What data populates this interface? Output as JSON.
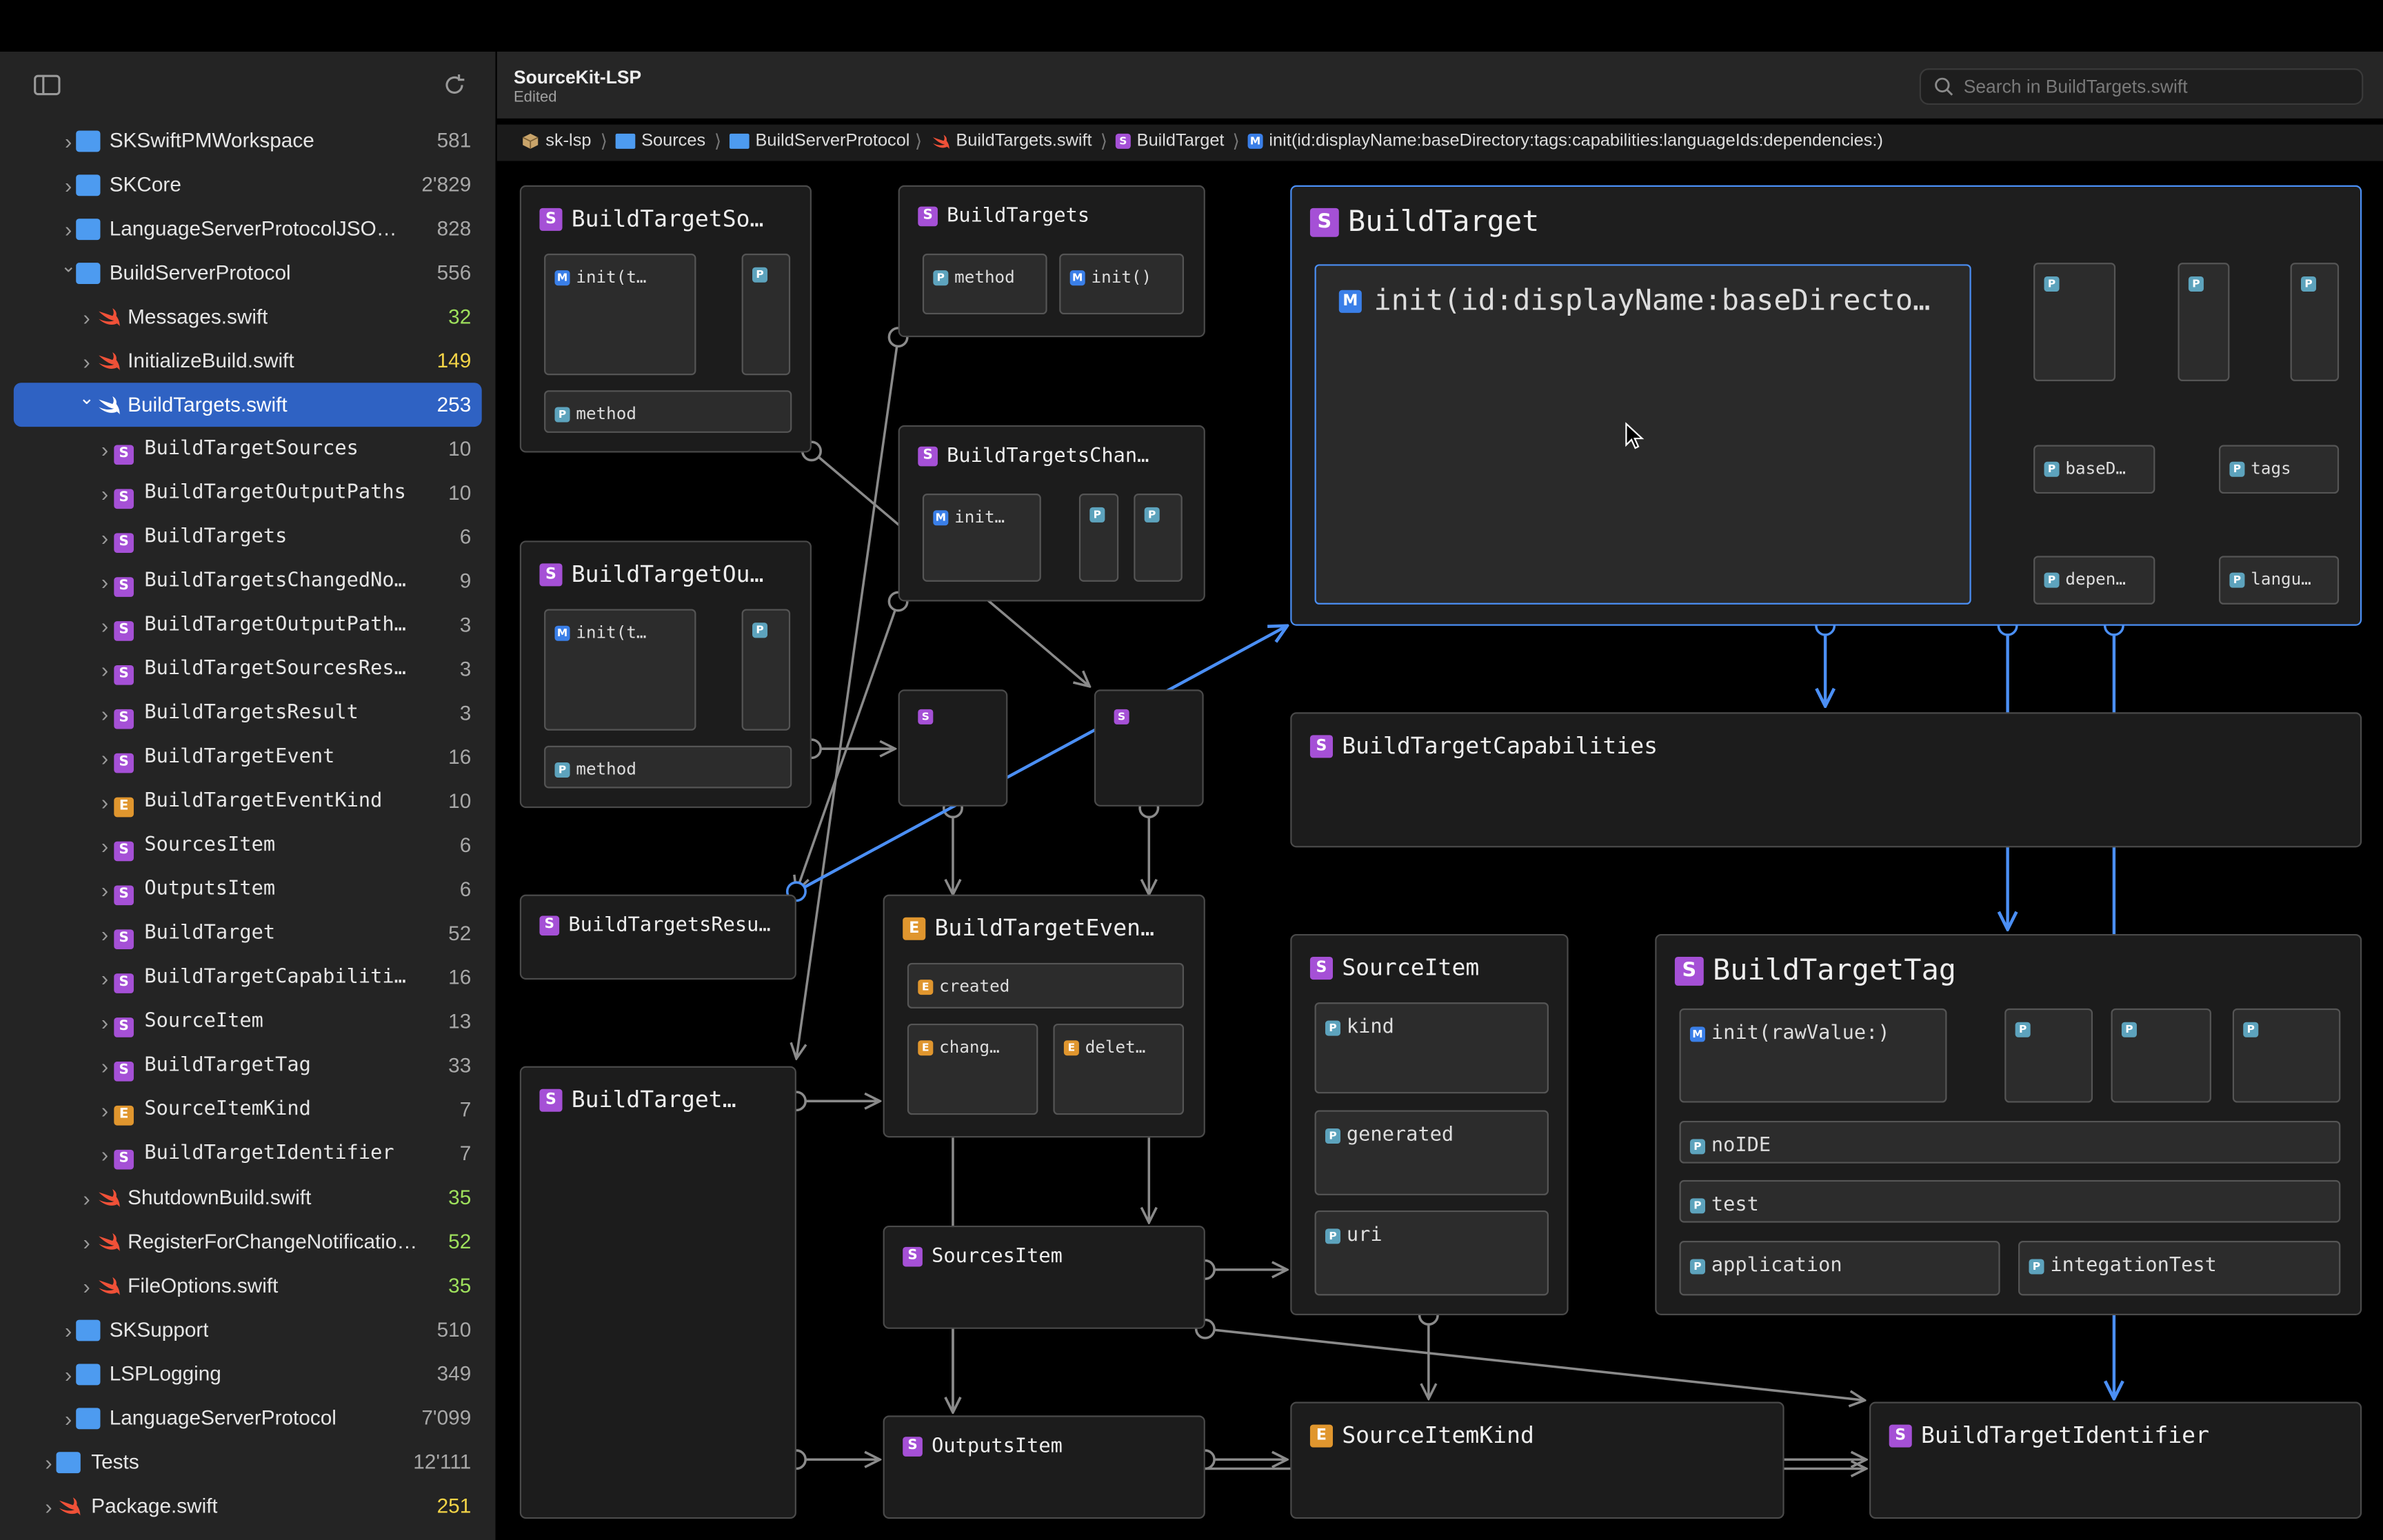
{
  "toolbar": {
    "title": "SourceKit-LSP",
    "subtitle": "Edited",
    "search_placeholder": "Search in BuildTargets.swift"
  },
  "breadcrumbs": [
    {
      "label": "sk-lsp",
      "icon": "package-icon"
    },
    {
      "label": "Sources",
      "icon": "folder-icon"
    },
    {
      "label": "BuildServerProtocol",
      "icon": "folder-icon"
    },
    {
      "label": "BuildTargets.swift",
      "icon": "swift-icon"
    },
    {
      "label": "BuildTarget",
      "icon": "S"
    },
    {
      "label": "init(id:displayName:baseDirectory:tags:capabilities:languageIds:dependencies:)",
      "icon": "M"
    }
  ],
  "sidebar": {
    "items": [
      {
        "label": "SKSwiftPMWorkspace",
        "count": "581",
        "kind": "folder",
        "level": 1,
        "open": false
      },
      {
        "label": "SKCore",
        "count": "2'829",
        "kind": "folder",
        "level": 1,
        "open": false
      },
      {
        "label": "LanguageServerProtocolJSO…",
        "count": "828",
        "kind": "folder",
        "level": 1,
        "open": false
      },
      {
        "label": "BuildServerProtocol",
        "count": "556",
        "kind": "folder",
        "level": 1,
        "open": true
      },
      {
        "label": "Messages.swift",
        "count": "32",
        "kind": "swift",
        "level": 2,
        "open": false,
        "countColor": "#9ee05c"
      },
      {
        "label": "InitializeBuild.swift",
        "count": "149",
        "kind": "swift",
        "level": 2,
        "open": false,
        "countColor": "#f5d547"
      },
      {
        "label": "BuildTargets.swift",
        "count": "253",
        "kind": "swift",
        "level": 2,
        "open": true,
        "selected": true
      },
      {
        "label": "BuildTargetSources",
        "count": "10",
        "kind": "S",
        "level": 3
      },
      {
        "label": "BuildTargetOutputPaths",
        "count": "10",
        "kind": "S",
        "level": 3
      },
      {
        "label": "BuildTargets",
        "count": "6",
        "kind": "S",
        "level": 3
      },
      {
        "label": "BuildTargetsChangedNo…",
        "count": "9",
        "kind": "S",
        "level": 3
      },
      {
        "label": "BuildTargetOutputPath…",
        "count": "3",
        "kind": "S",
        "level": 3
      },
      {
        "label": "BuildTargetSourcesRes…",
        "count": "3",
        "kind": "S",
        "level": 3
      },
      {
        "label": "BuildTargetsResult",
        "count": "3",
        "kind": "S",
        "level": 3
      },
      {
        "label": "BuildTargetEvent",
        "count": "16",
        "kind": "S",
        "level": 3
      },
      {
        "label": "BuildTargetEventKind",
        "count": "10",
        "kind": "E",
        "level": 3
      },
      {
        "label": "SourcesItem",
        "count": "6",
        "kind": "S",
        "level": 3
      },
      {
        "label": "OutputsItem",
        "count": "6",
        "kind": "S",
        "level": 3
      },
      {
        "label": "BuildTarget",
        "count": "52",
        "kind": "S",
        "level": 3
      },
      {
        "label": "BuildTargetCapabiliti…",
        "count": "16",
        "kind": "S",
        "level": 3
      },
      {
        "label": "SourceItem",
        "count": "13",
        "kind": "S",
        "level": 3
      },
      {
        "label": "BuildTargetTag",
        "count": "33",
        "kind": "S",
        "level": 3
      },
      {
        "label": "SourceItemKind",
        "count": "7",
        "kind": "E",
        "level": 3
      },
      {
        "label": "BuildTargetIdentifier",
        "count": "7",
        "kind": "S",
        "level": 3
      },
      {
        "label": "ShutdownBuild.swift",
        "count": "35",
        "kind": "swift",
        "level": 2,
        "open": false,
        "countColor": "#9ee05c"
      },
      {
        "label": "RegisterForChangeNotificatio…",
        "count": "52",
        "kind": "swift",
        "level": 2,
        "open": false,
        "countColor": "#9ee05c"
      },
      {
        "label": "FileOptions.swift",
        "count": "35",
        "kind": "swift",
        "level": 2,
        "open": false,
        "countColor": "#9ee05c"
      },
      {
        "label": "SKSupport",
        "count": "510",
        "kind": "folder",
        "level": 1,
        "open": false
      },
      {
        "label": "LSPLogging",
        "count": "349",
        "kind": "folder",
        "level": 1,
        "open": false
      },
      {
        "label": "LanguageServerProtocol",
        "count": "7'099",
        "kind": "folder",
        "level": 1,
        "open": false
      },
      {
        "label": "Tests",
        "count": "12'111",
        "kind": "folder",
        "level": 0,
        "open": false
      },
      {
        "label": "Package.swift",
        "count": "251",
        "kind": "swift",
        "level": 0,
        "open": false,
        "countColor": "#f5d547"
      }
    ]
  },
  "graph": {
    "nodes": [
      {
        "id": "bts",
        "title": "BuildTargetSo…",
        "kind": "S",
        "size": "md",
        "children": [
          {
            "label": "init(t…",
            "kind": "M"
          },
          {
            "label": "",
            "kind": "P"
          },
          {
            "label": "method",
            "kind": "P"
          }
        ]
      },
      {
        "id": "btargets",
        "title": "BuildTargets",
        "kind": "S",
        "size": "sm",
        "children": [
          {
            "label": "method",
            "kind": "P"
          },
          {
            "label": "init()",
            "kind": "M"
          }
        ]
      },
      {
        "id": "btchan",
        "title": "BuildTargetsChan…",
        "kind": "S",
        "size": "sm",
        "children": [
          {
            "label": "init…",
            "kind": "M"
          },
          {
            "label": "",
            "kind": "P"
          },
          {
            "label": "",
            "kind": "P"
          }
        ]
      },
      {
        "id": "bto",
        "title": "BuildTargetOu…",
        "kind": "S",
        "size": "md",
        "children": [
          {
            "label": "init(t…",
            "kind": "M"
          },
          {
            "label": "",
            "kind": "P"
          },
          {
            "label": "method",
            "kind": "P"
          }
        ]
      },
      {
        "id": "s1",
        "title": "",
        "kind": "S",
        "size": "sm",
        "children": []
      },
      {
        "id": "s2",
        "title": "",
        "kind": "S",
        "size": "sm",
        "children": []
      },
      {
        "id": "btresu",
        "title": "BuildTargetsResu…",
        "kind": "S",
        "size": "sm",
        "children": []
      },
      {
        "id": "btevent",
        "title": "BuildTargetEven…",
        "kind": "E",
        "size": "md",
        "children": [
          {
            "label": "created",
            "kind": "E"
          },
          {
            "label": "chang…",
            "kind": "E"
          },
          {
            "label": "delet…",
            "kind": "E"
          }
        ]
      },
      {
        "id": "btbig",
        "title": "BuildTarget…",
        "kind": "S",
        "size": "md",
        "children": []
      },
      {
        "id": "sources",
        "title": "SourcesItem",
        "kind": "S",
        "size": "sm",
        "children": []
      },
      {
        "id": "outputs",
        "title": "OutputsItem",
        "kind": "S",
        "size": "sm",
        "children": []
      },
      {
        "id": "bt",
        "title": "BuildTarget",
        "kind": "S",
        "size": "lg",
        "children": [
          {
            "label": "init(id:displayName:baseDirecto…",
            "kind": "M"
          },
          {
            "label": "",
            "kind": "P"
          },
          {
            "label": "",
            "kind": "P"
          },
          {
            "label": "",
            "kind": "P"
          },
          {
            "label": "baseD…",
            "kind": "P"
          },
          {
            "label": "tags",
            "kind": "P"
          },
          {
            "label": "depen…",
            "kind": "P"
          },
          {
            "label": "langu…",
            "kind": "P"
          }
        ]
      },
      {
        "id": "caps",
        "title": "BuildTargetCapabilities",
        "kind": "S",
        "size": "md",
        "children": []
      },
      {
        "id": "sitem",
        "title": "SourceItem",
        "kind": "S",
        "size": "md",
        "children": [
          {
            "label": "kind",
            "kind": "P"
          },
          {
            "label": "generated",
            "kind": "P"
          },
          {
            "label": "uri",
            "kind": "P"
          }
        ]
      },
      {
        "id": "tag",
        "title": "BuildTargetTag",
        "kind": "S",
        "size": "lg",
        "children": [
          {
            "label": "init(rawValue:)",
            "kind": "M"
          },
          {
            "label": "",
            "kind": "P"
          },
          {
            "label": "",
            "kind": "P"
          },
          {
            "label": "",
            "kind": "P"
          },
          {
            "label": "noIDE",
            "kind": "P"
          },
          {
            "label": "test",
            "kind": "P"
          },
          {
            "label": "application",
            "kind": "P"
          },
          {
            "label": "integationTest",
            "kind": "P"
          }
        ]
      },
      {
        "id": "sikind",
        "title": "SourceItemKind",
        "kind": "E",
        "size": "md",
        "children": []
      },
      {
        "id": "btid",
        "title": "BuildTargetIdentifier",
        "kind": "S",
        "size": "md",
        "children": []
      }
    ]
  },
  "colors": {
    "accent": "#2f62c3",
    "edge_highlight": "#4b8ff5",
    "edge": "#8a8a8a",
    "struct": "#a550d6",
    "enum": "#e0962e",
    "method": "#3a7fe8",
    "property": "#5da3bd",
    "folder": "#4d9bf0",
    "swift": "#f05138"
  }
}
